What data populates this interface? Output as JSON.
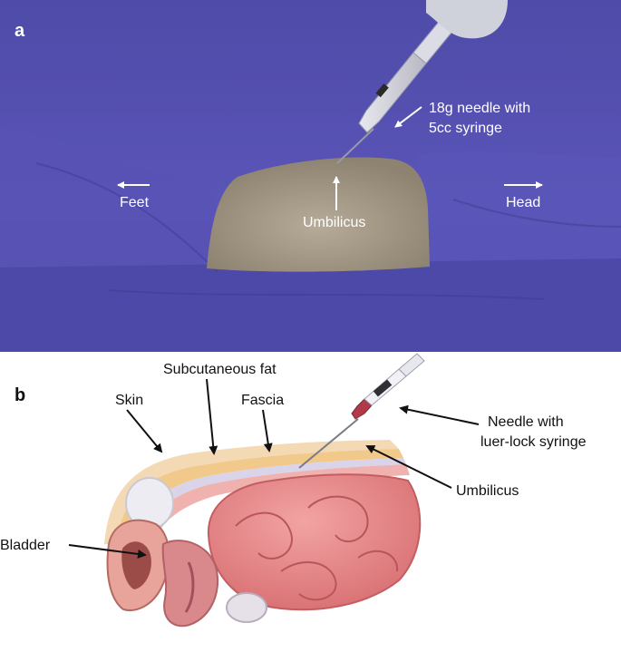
{
  "figure": {
    "panel_a": {
      "letter": "a",
      "labels": {
        "needle_line1": "18g needle with",
        "needle_line2": "5cc syringe",
        "feet": "Feet",
        "head": "Head",
        "umbilicus": "Umbilicus"
      }
    },
    "panel_b": {
      "letter": "b",
      "labels": {
        "subcutaneous_fat": "Subcutaneous fat",
        "skin": "Skin",
        "fascia": "Fascia",
        "needle_line1": "Needle with",
        "needle_line2": "luer-lock syringe",
        "umbilicus": "Umbilicus",
        "bladder": "Bladder"
      }
    }
  }
}
